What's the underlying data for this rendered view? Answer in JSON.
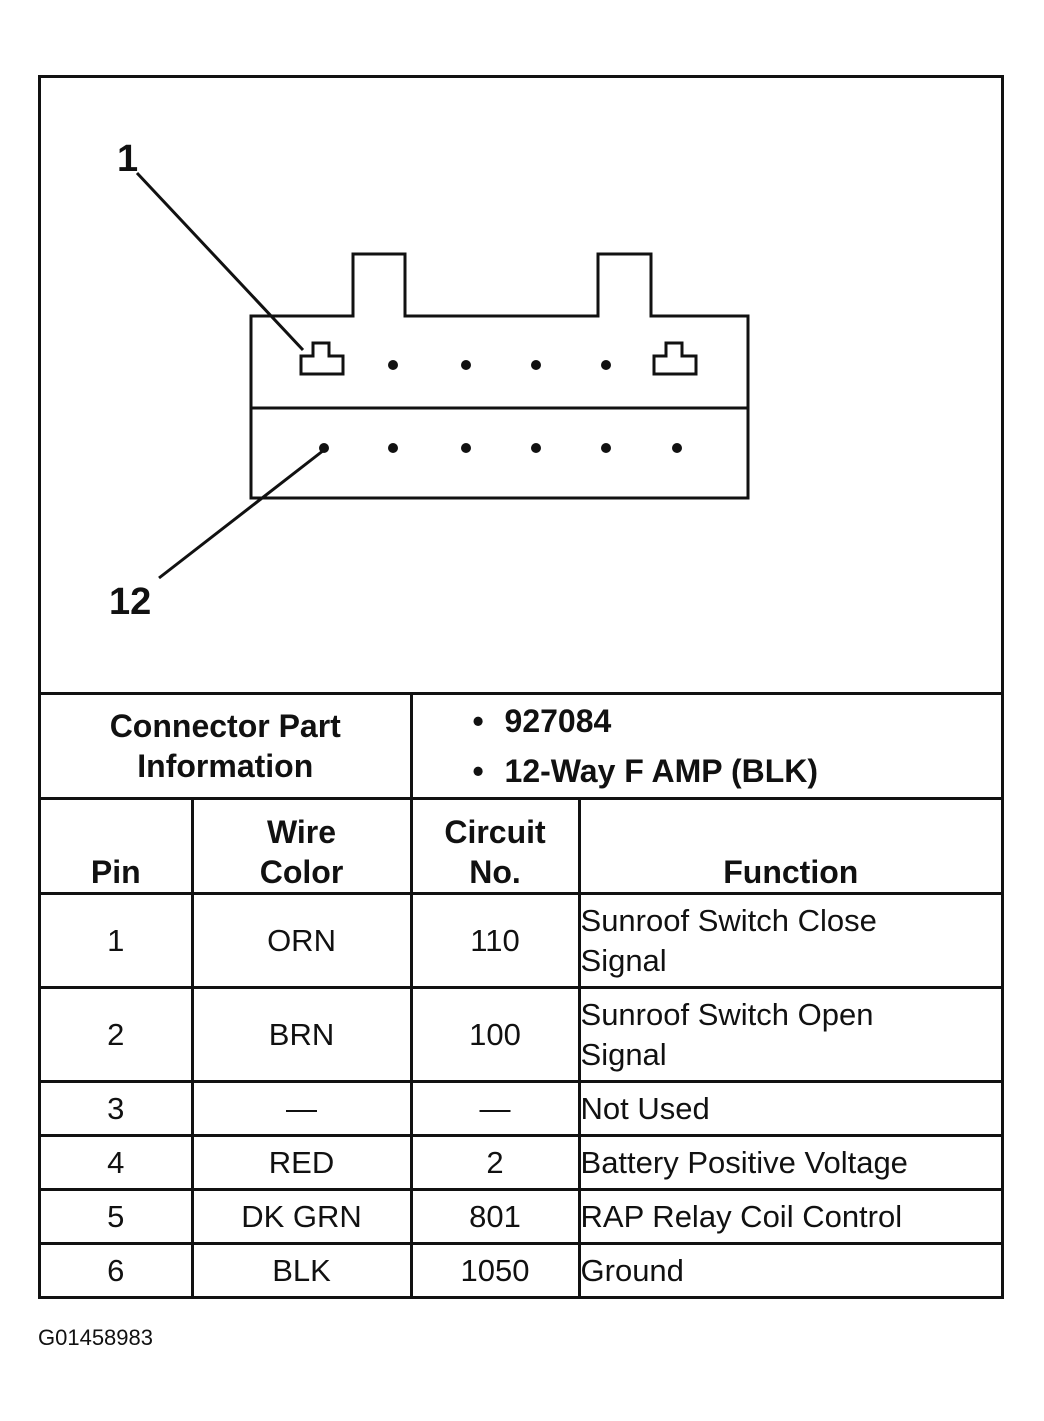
{
  "diagram": {
    "callout_top": "1",
    "callout_bottom": "12"
  },
  "connector_info": {
    "label": "Connector Part Information",
    "items": [
      "927084",
      "12-Way F AMP (BLK)"
    ],
    "bullet": "•"
  },
  "table": {
    "headers": {
      "pin": "Pin",
      "wire_color": "Wire Color",
      "circuit_no": "Circuit No.",
      "function": "Function"
    },
    "rows": [
      {
        "pin": "1",
        "wire_color": "ORN",
        "circuit_no": "110",
        "function": "Sunroof Switch Close\nSignal"
      },
      {
        "pin": "2",
        "wire_color": "BRN",
        "circuit_no": "100",
        "function": "Sunroof Switch Open\nSignal"
      },
      {
        "pin": "3",
        "wire_color": "—",
        "circuit_no": "—",
        "function": "Not Used"
      },
      {
        "pin": "4",
        "wire_color": "RED",
        "circuit_no": "2",
        "function": "Battery Positive Voltage"
      },
      {
        "pin": "5",
        "wire_color": "DK GRN",
        "circuit_no": "801",
        "function": "RAP Relay Coil Control"
      },
      {
        "pin": "6",
        "wire_color": "BLK",
        "circuit_no": "1050",
        "function": "Ground"
      }
    ]
  },
  "figure_id": "G01458983"
}
